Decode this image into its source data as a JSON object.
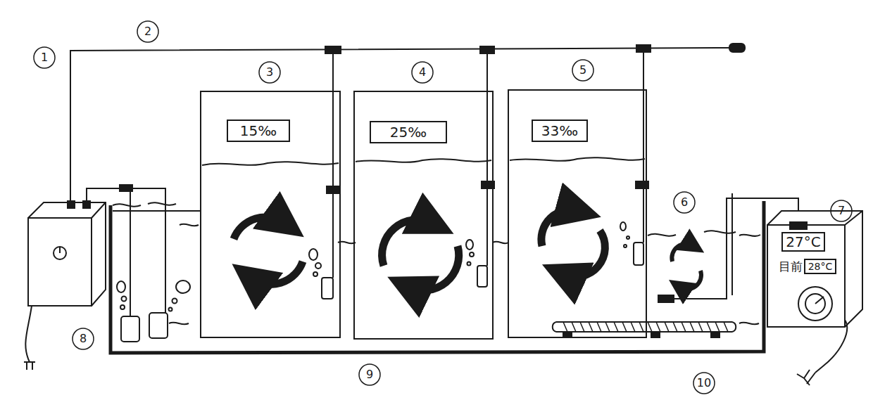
{
  "diagram": {
    "nodes": [
      {
        "text": [
          "15‰"
        ]
      },
      {
        "text": [
          "25‰"
        ]
      },
      {
        "text": [
          "33‰"
        ]
      },
      {
        "text": [
          "27°C"
        ]
      },
      {
        "text": [
          "目前",
          "28°C"
        ]
      }
    ],
    "labels": [
      "1",
      "2",
      "3",
      "4",
      "5",
      "6",
      "7",
      "8",
      "9",
      "10"
    ]
  }
}
